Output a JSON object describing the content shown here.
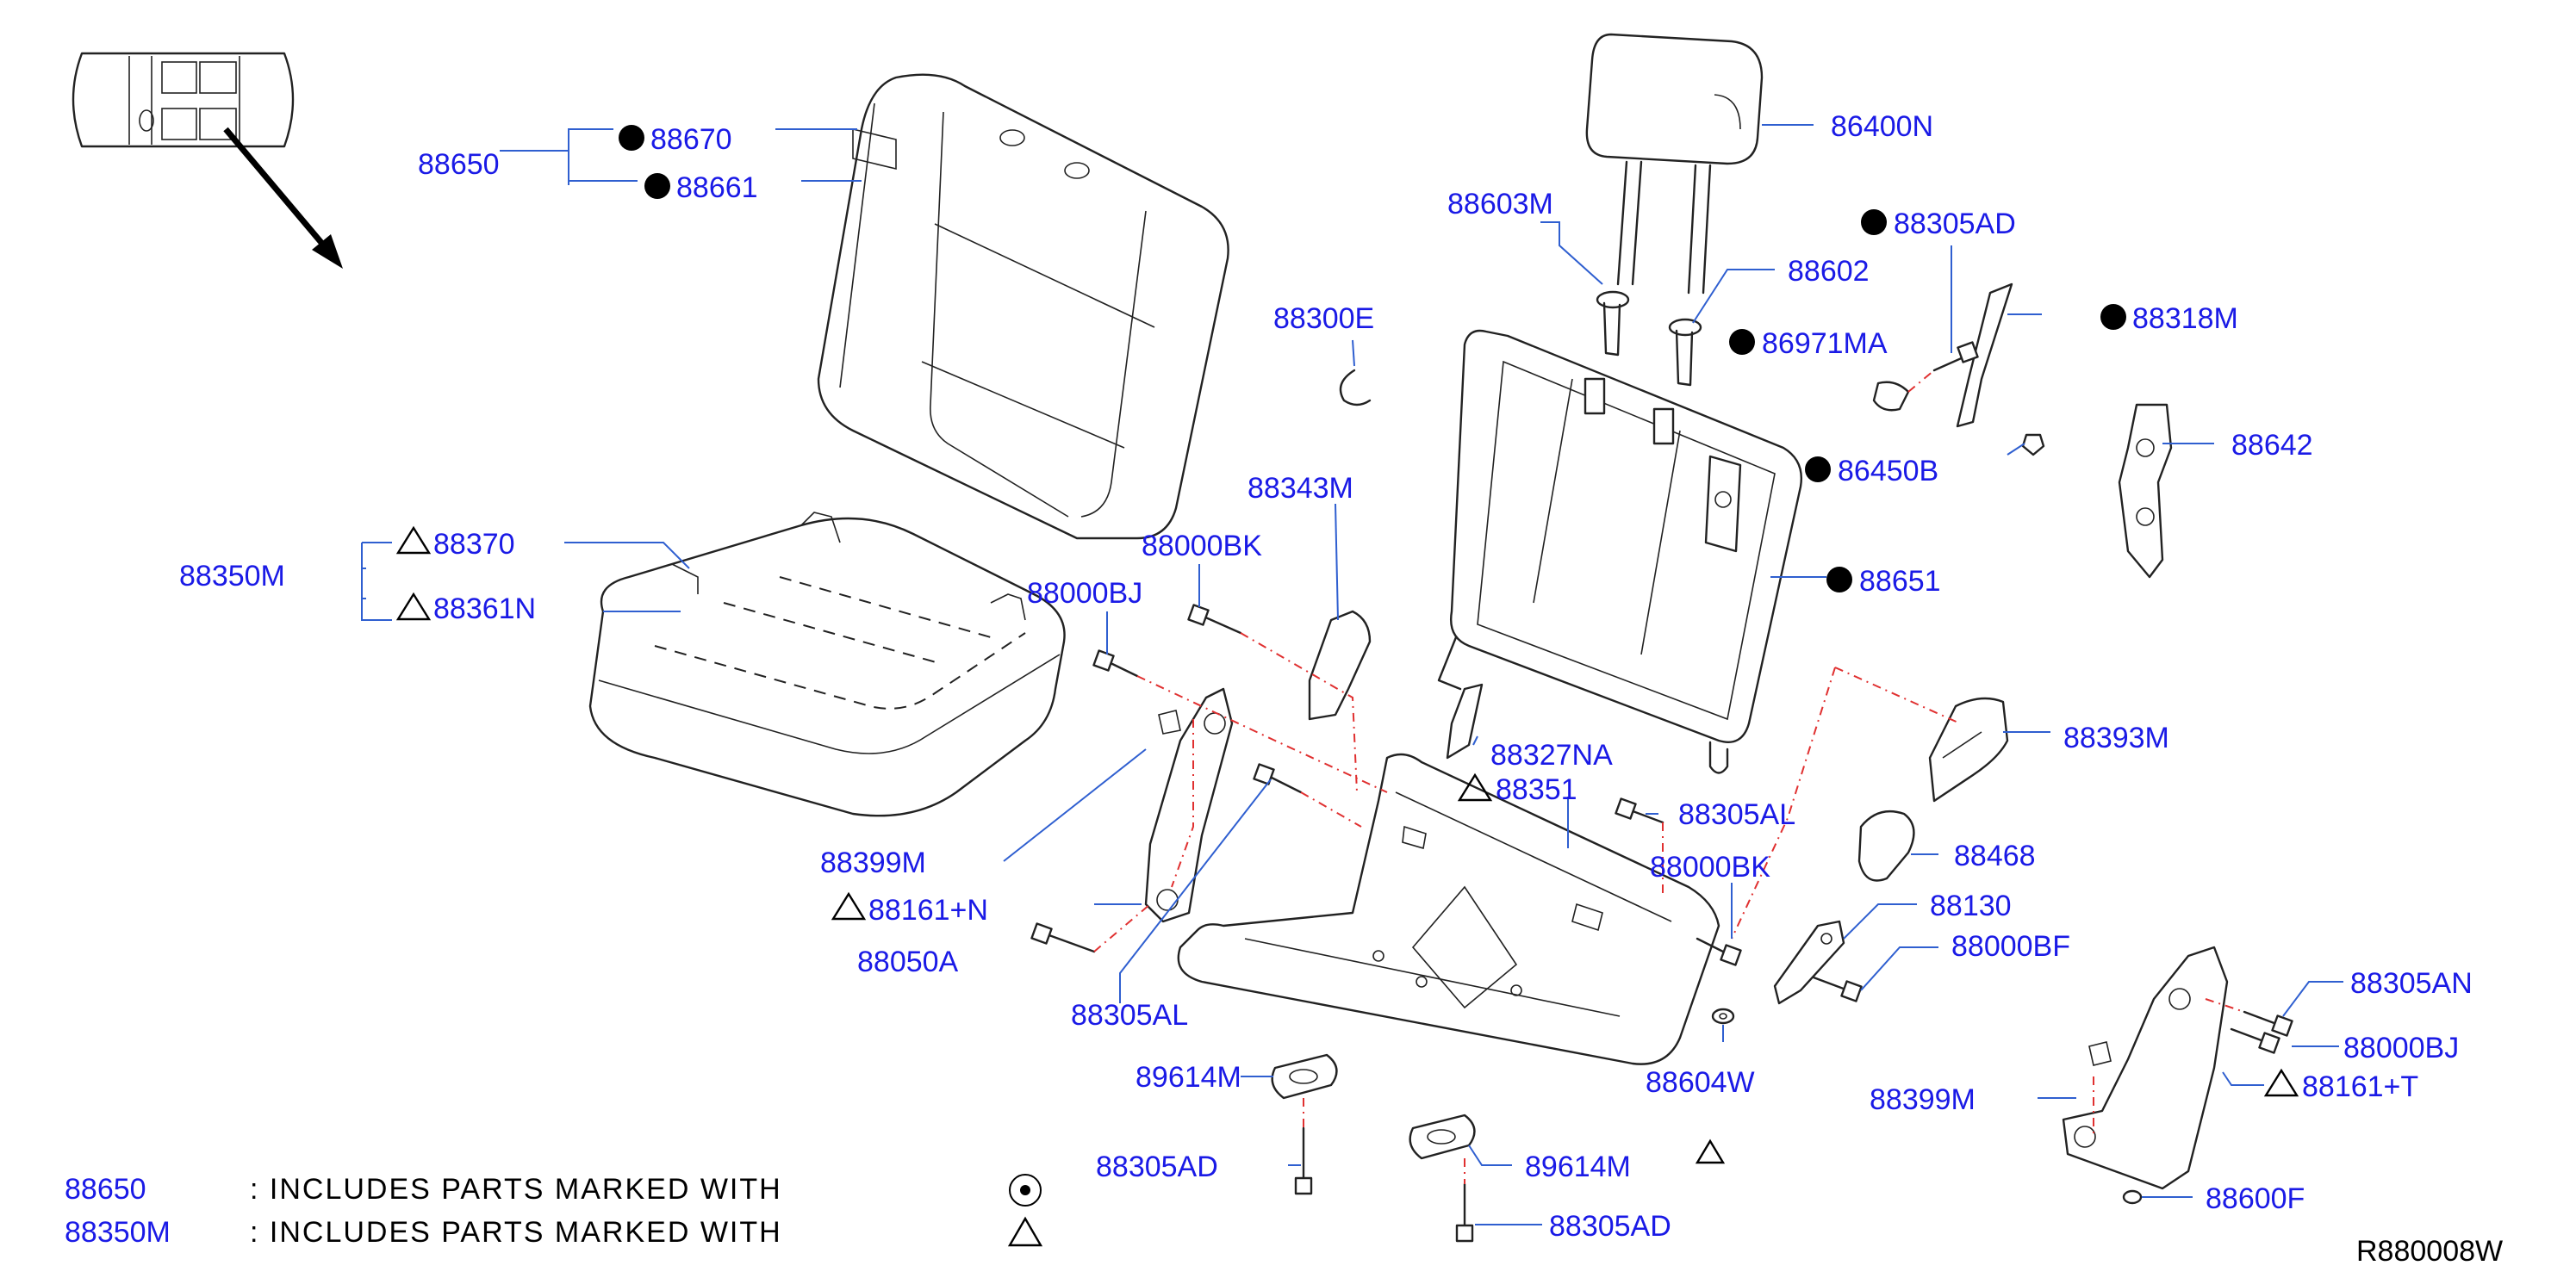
{
  "labels": {
    "l88650": "88650",
    "l88670": "88670",
    "l88661": "88661",
    "l86400n": "86400N",
    "l88603m": "88603M",
    "l88602": "88602",
    "l88305ad_top": "88305AD",
    "l88318m": "88318M",
    "l86971ma": "86971MA",
    "l88300e": "88300E",
    "l86450b": "86450B",
    "l88642": "88642",
    "l88343m": "88343M",
    "l88350m": "88350M",
    "l88370": "88370",
    "l88361n": "88361N",
    "l88000bk_top": "88000BK",
    "l88000bj_top": "88000BJ",
    "l88651": "88651",
    "l88393m": "88393M",
    "l88327na": "88327NA",
    "l88351": "88351",
    "l88305al_mid": "88305AL",
    "l88399m_left": "88399M",
    "l88000bk_mid": "88000BK",
    "l88468": "88468",
    "l88161n": "88161+N",
    "l88130": "88130",
    "l88050a": "88050A",
    "l88000bf": "88000BF",
    "l88305al_low": "88305AL",
    "l88305an": "88305AN",
    "l89614m_left": "89614M",
    "l88604w": "88604W",
    "l88000bj_low": "88000BJ",
    "l88399m_right": "88399M",
    "l88161t": "88161+T",
    "l88305ad_left": "88305AD",
    "l89614m_right": "89614M",
    "l88600f": "88600F",
    "l88305ad_bot": "88305AD"
  },
  "notes": [
    {
      "code": "88650",
      "text": ": INCLUDES PARTS MARKED WITH",
      "symbol": "filled-dot"
    },
    {
      "code": "88350M",
      "text": ": INCLUDES PARTS MARKED WITH",
      "symbol": "triangle"
    }
  ],
  "diagram_id": "R880008W",
  "colors": {
    "label": "#1a1ae6",
    "leader": "#2f5fd0",
    "centerline": "#e03030",
    "drawing": "#222222"
  }
}
